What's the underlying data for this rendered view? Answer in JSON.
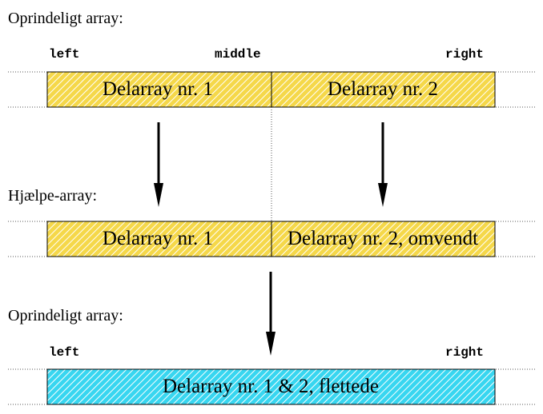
{
  "colors": {
    "yellow_fill": "#f5d84a",
    "yellow_hatch": "#ffffff",
    "cyan_fill": "#38d6f0",
    "cyan_hatch": "#ffffff",
    "stroke": "#000000",
    "dotted": "#555555"
  },
  "section1": {
    "heading": "Oprindeligt array:",
    "label_left": "left",
    "label_middle": "middle",
    "label_right": "right",
    "box1": "Delarray nr. 1",
    "box2": "Delarray nr. 2"
  },
  "section2": {
    "heading": "Hjælpe-array:",
    "box1": "Delarray nr. 1",
    "box2": "Delarray nr. 2, omvendt"
  },
  "section3": {
    "heading": "Oprindeligt array:",
    "label_left": "left",
    "label_right": "right",
    "box": "Delarray nr. 1 & 2, flettede"
  },
  "icons": [
    "arrow-down-icon",
    "arrow-down-icon",
    "arrow-down-icon"
  ]
}
